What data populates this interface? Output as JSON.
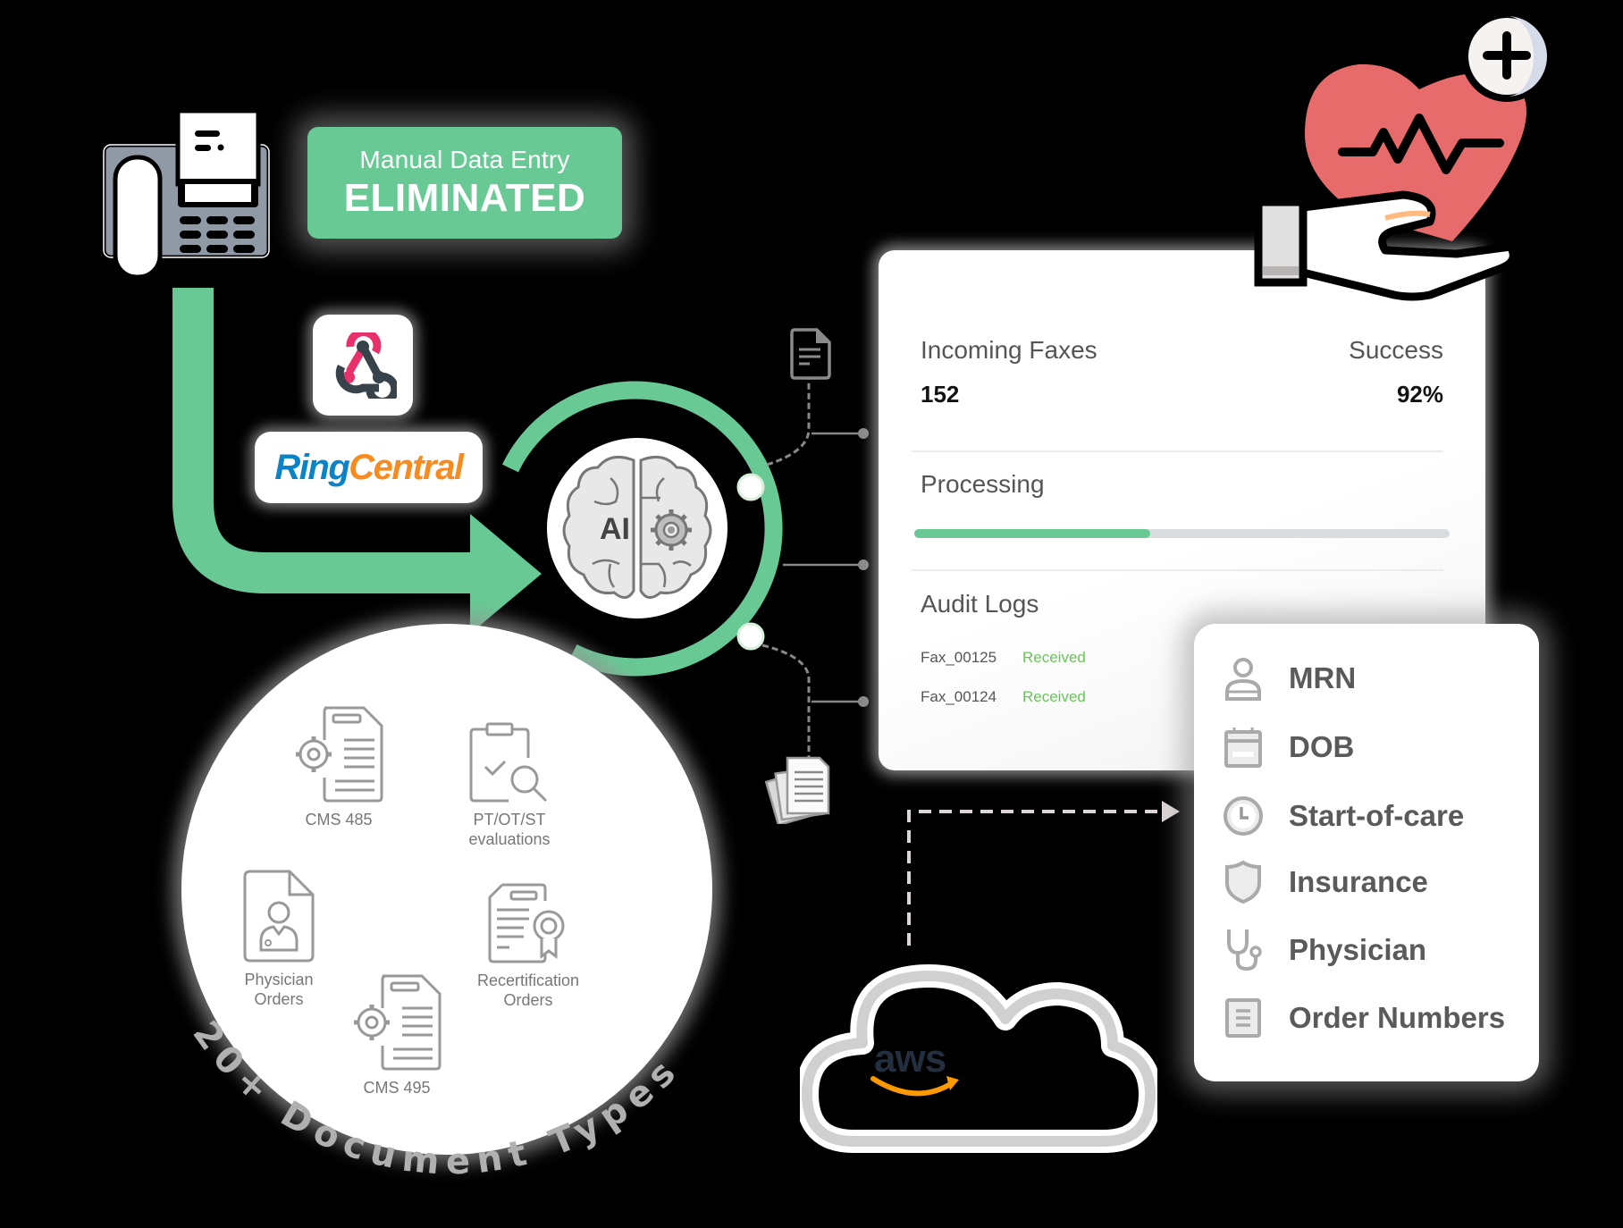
{
  "badge": {
    "line1": "Manual Data Entry",
    "line2": "ELIMINATED"
  },
  "integrations": {
    "webhook": {
      "icon": "webhook-icon"
    },
    "ringcentral": {
      "part1": "Ring",
      "part2": "Central"
    }
  },
  "ai": {
    "label": "AI",
    "icon": "brain-gear-icon"
  },
  "dashboard": {
    "incoming_faxes_label": "Incoming Faxes",
    "incoming_faxes_value": "152",
    "success_label": "Success",
    "success_value": "92%",
    "processing_label": "Processing",
    "processing_percent": 44,
    "audit_logs_label": "Audit Logs",
    "audit_logs": [
      {
        "id": "Fax_00125",
        "status": "Received"
      },
      {
        "id": "Fax_00124",
        "status": "Received"
      }
    ]
  },
  "fields": [
    {
      "label": "MRN",
      "icon": "user-icon"
    },
    {
      "label": "DOB",
      "icon": "calendar-icon"
    },
    {
      "label": "Start-of-care",
      "icon": "clock-icon"
    },
    {
      "label": "Insurance",
      "icon": "shield-icon"
    },
    {
      "label": "Physician",
      "icon": "stethoscope-icon"
    },
    {
      "label": "Order Numbers",
      "icon": "document-list-icon"
    }
  ],
  "document_types": {
    "caption": "20+ Document Types",
    "items": [
      {
        "label_line1": "CMS 485",
        "label_line2": ""
      },
      {
        "label_line1": "PT/OT/ST",
        "label_line2": "evaluations"
      },
      {
        "label_line1": "Physician",
        "label_line2": "Orders"
      },
      {
        "label_line1": "Recertification",
        "label_line2": "Orders"
      },
      {
        "label_line1": "CMS 495",
        "label_line2": ""
      }
    ]
  },
  "cloud": {
    "provider": "aws"
  },
  "colors": {
    "accent_green": "#68c994",
    "received_green": "#6cc35c",
    "heart_red": "#e86b6b",
    "ringcentral_blue": "#0a84c6",
    "ringcentral_orange": "#f78b1f",
    "aws_orange": "#ff9900"
  }
}
